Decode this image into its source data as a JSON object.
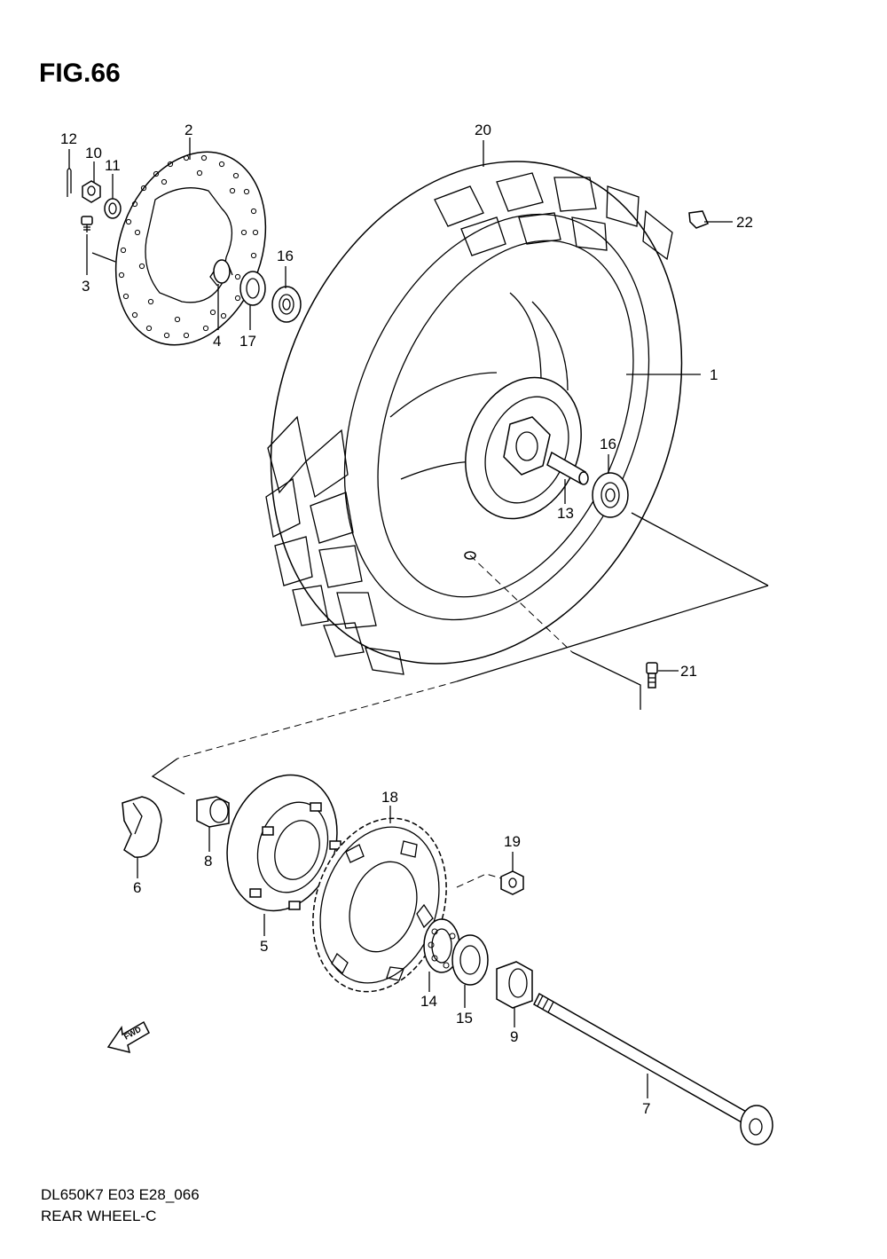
{
  "figure_title": "FIG.66",
  "callouts": {
    "c1": "1",
    "c2": "2",
    "c3": "3",
    "c4": "4",
    "c5": "5",
    "c6": "6",
    "c7": "7",
    "c8": "8",
    "c9": "9",
    "c10": "10",
    "c11": "11",
    "c12": "12",
    "c13": "13",
    "c14": "14",
    "c15": "15",
    "c16a": "16",
    "c16b": "16",
    "c17": "17",
    "c18": "18",
    "c19": "19",
    "c20": "20",
    "c21": "21",
    "c22": "22"
  },
  "fwd_label": "FWD",
  "footer": {
    "model_code": "DL650K7 E03 E28_066",
    "section_name": "REAR WHEEL-C"
  },
  "icons": [
    "fwd-arrow-icon"
  ]
}
